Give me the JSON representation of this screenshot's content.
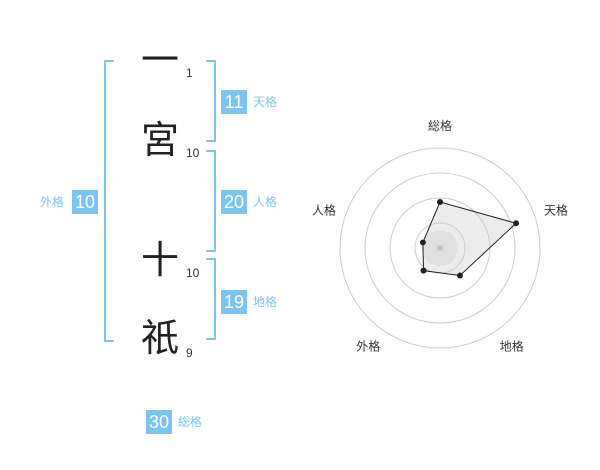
{
  "name_chars": [
    {
      "char": "一",
      "strokes": "1"
    },
    {
      "char": "宮",
      "strokes": "10"
    },
    {
      "char": "十",
      "strokes": "10"
    },
    {
      "char": "祇",
      "strokes": "9"
    }
  ],
  "fortune": {
    "tenkaku": {
      "value": "11",
      "label": "天格"
    },
    "jinkaku": {
      "value": "20",
      "label": "人格"
    },
    "chikaku": {
      "value": "19",
      "label": "地格"
    },
    "gaikaku": {
      "value": "10",
      "label": "外格"
    },
    "soukaku": {
      "value": "30",
      "label": "総格"
    }
  },
  "colors": {
    "accent": "#7cc4ef",
    "text": "#222222"
  },
  "chart_data": {
    "type": "radar",
    "axes": [
      "総格",
      "天格",
      "地格",
      "外格",
      "人格"
    ],
    "rings": 4,
    "values": [
      2.3,
      4.0,
      1.7,
      1.4,
      0.9
    ],
    "max": 5
  }
}
